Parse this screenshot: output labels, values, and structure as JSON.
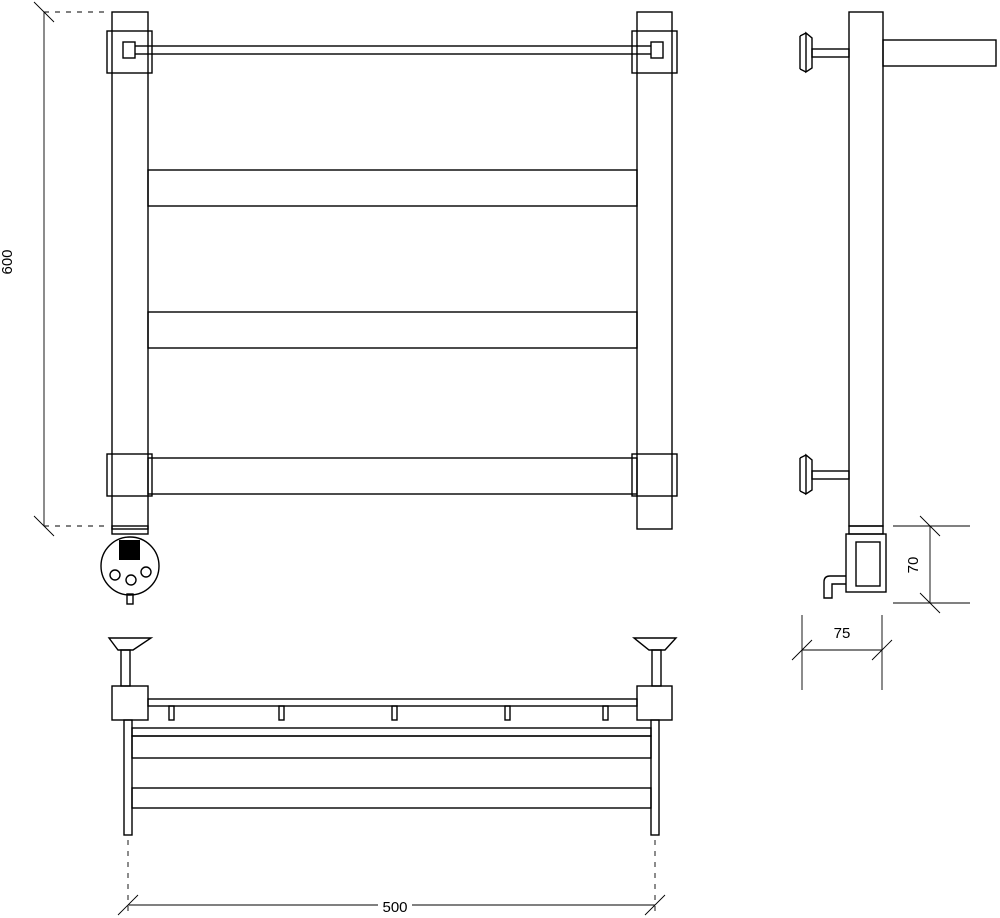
{
  "dimensions": {
    "height": "600",
    "width": "500",
    "depth": "75",
    "control_height": "70"
  }
}
